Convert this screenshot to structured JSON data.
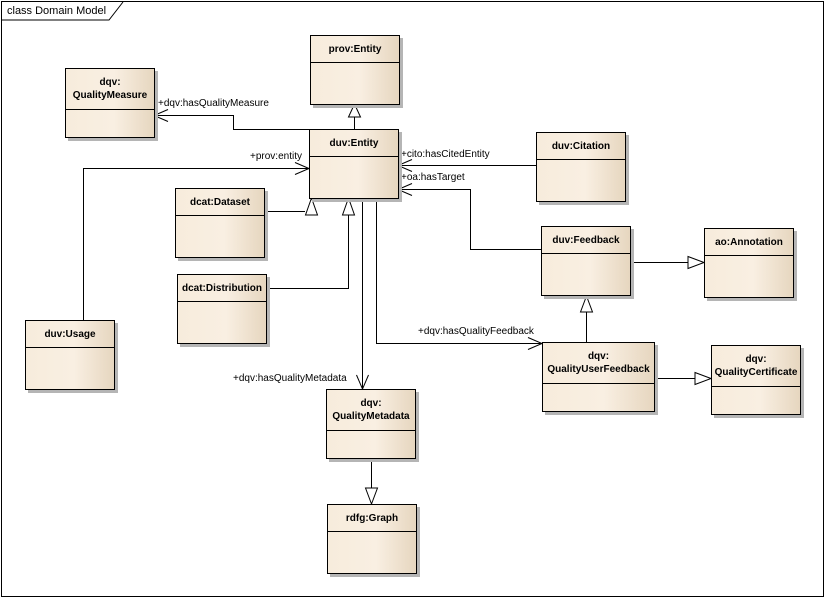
{
  "frame": {
    "title": "class Domain Model"
  },
  "classes": {
    "prov_entity": {
      "name": "prov:Entity"
    },
    "quality_measure": {
      "name": "dqv:\nQualityMeasure",
      "line1": "dqv:",
      "line2": "QualityMeasure"
    },
    "duv_entity": {
      "name": "duv:Entity"
    },
    "citation": {
      "name": "duv:Citation"
    },
    "dataset": {
      "name": "dcat:Dataset"
    },
    "feedback": {
      "name": "duv:Feedback"
    },
    "annotation": {
      "name": "ao:Annotation"
    },
    "distribution": {
      "name": "dcat:Distribution"
    },
    "usage": {
      "name": "duv:Usage"
    },
    "quality_user_feedback": {
      "line1": "dqv:",
      "line2": "QualityUserFeedback"
    },
    "quality_certificate": {
      "line1": "dqv:",
      "line2": "QualityCertificate"
    },
    "quality_metadata": {
      "line1": "dqv:",
      "line2": "QualityMetadata"
    },
    "graph": {
      "name": "rdfg:Graph"
    }
  },
  "associations": {
    "has_quality_measure": "+dqv:hasQualityMeasure",
    "prov_entity": "+prov:entity",
    "has_cited_entity": "+cito:hasCitedEntity",
    "has_target": "+oa:hasTarget",
    "has_quality_feedback": "+dqv:hasQualityFeedback",
    "has_quality_metadata": "+dqv:hasQualityMetadata"
  },
  "relationships": [
    {
      "from": "duv:Entity",
      "to": "prov:Entity",
      "type": "generalization"
    },
    {
      "from": "dcat:Dataset",
      "to": "duv:Entity",
      "type": "generalization"
    },
    {
      "from": "dcat:Distribution",
      "to": "duv:Entity",
      "type": "generalization"
    },
    {
      "from": "duv:Feedback",
      "to": "ao:Annotation",
      "type": "generalization"
    },
    {
      "from": "dqv:QualityUserFeedback",
      "to": "duv:Feedback",
      "type": "generalization"
    },
    {
      "from": "dqv:QualityUserFeedback",
      "to": "dqv:QualityCertificate",
      "type": "generalization"
    },
    {
      "from": "dqv:QualityMetadata",
      "to": "rdfg:Graph",
      "type": "generalization"
    },
    {
      "from": "duv:Entity",
      "to": "dqv:QualityMeasure",
      "type": "association",
      "role": "+dqv:hasQualityMeasure"
    },
    {
      "from": "duv:Usage",
      "to": "duv:Entity",
      "type": "association",
      "role": "+prov:entity"
    },
    {
      "from": "duv:Citation",
      "to": "duv:Entity",
      "type": "association",
      "role": "+cito:hasCitedEntity"
    },
    {
      "from": "duv:Feedback",
      "to": "duv:Entity",
      "type": "association",
      "role": "+oa:hasTarget"
    },
    {
      "from": "duv:Entity",
      "to": "dqv:QualityUserFeedback",
      "type": "association",
      "role": "+dqv:hasQualityFeedback"
    },
    {
      "from": "duv:Entity",
      "to": "dqv:QualityMetadata",
      "type": "association",
      "role": "+dqv:hasQualityMetadata"
    }
  ]
}
